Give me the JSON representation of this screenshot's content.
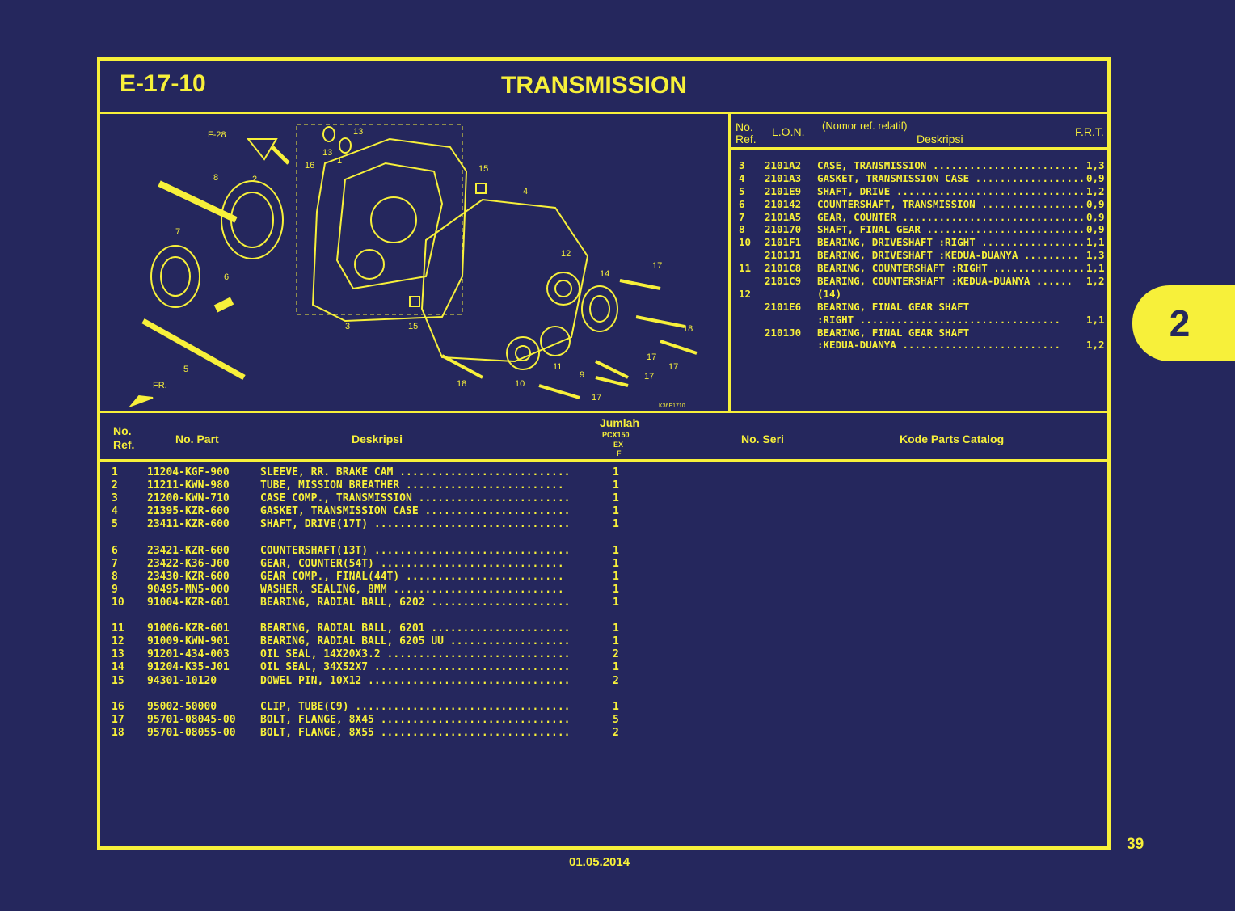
{
  "header": {
    "code": "E-17-10",
    "title": "TRANSMISSION"
  },
  "lon_table": {
    "headers": {
      "no": "No.",
      "ref": "Ref.",
      "lon": "L.O.N.",
      "note": "(Nomor ref. relatif)",
      "desc": "Deskripsi",
      "frt": "F.R.T."
    },
    "rows": [
      {
        "ref": "3",
        "lon": "2101A2",
        "desc": "CASE, TRANSMISSION ........................",
        "frt": "1,3"
      },
      {
        "ref": "4",
        "lon": "2101A3",
        "desc": "GASKET, TRANSMISSION CASE ..................",
        "frt": "0,9"
      },
      {
        "ref": "5",
        "lon": "2101E9",
        "desc": "SHAFT, DRIVE ...............................",
        "frt": "1,2"
      },
      {
        "ref": "6",
        "lon": "210142",
        "desc": "COUNTERSHAFT, TRANSMISSION .................",
        "frt": "0,9"
      },
      {
        "ref": "7",
        "lon": "2101A5",
        "desc": "GEAR, COUNTER ..............................",
        "frt": "0,9"
      },
      {
        "ref": "8",
        "lon": "210170",
        "desc": "SHAFT, FINAL GEAR ..........................",
        "frt": "0,9"
      },
      {
        "ref": "10",
        "lon": "2101F1",
        "desc": "BEARING, DRIVESHAFT :RIGHT .................",
        "frt": "1,1"
      },
      {
        "ref": "",
        "lon": "2101J1",
        "desc": "BEARING, DRIVESHAFT :KEDUA-DUANYA .........",
        "frt": "1,3"
      },
      {
        "ref": "11",
        "lon": "2101C8",
        "desc": "BEARING, COUNTERSHAFT :RIGHT ...............",
        "frt": "1,1"
      },
      {
        "ref": "",
        "lon": "2101C9",
        "desc": "BEARING, COUNTERSHAFT :KEDUA-DUANYA ......",
        "frt": "1,2"
      },
      {
        "ref": "12",
        "lon": "",
        "desc": "(14)",
        "frt": ""
      },
      {
        "ref": "",
        "lon": "2101E6",
        "desc": "BEARING, FINAL GEAR SHAFT",
        "frt": ""
      },
      {
        "ref": "",
        "lon": "",
        "desc": "  :RIGHT .................................",
        "frt": "1,1"
      },
      {
        "ref": "",
        "lon": "2101J0",
        "desc": "BEARING, FINAL GEAR SHAFT",
        "frt": ""
      },
      {
        "ref": "",
        "lon": "",
        "desc": "  :KEDUA-DUANYA ..........................",
        "frt": "1,2"
      }
    ]
  },
  "parts_table": {
    "headers": {
      "no": "No.",
      "ref": "Ref.",
      "part": "No. Part",
      "desc": "Deskripsi",
      "qty": "Jumlah",
      "model": "PCX150",
      "model2": "EX",
      "model3": "F",
      "serial": "No. Seri",
      "catalog": "Kode Parts Catalog"
    },
    "rows": [
      {
        "ref": "1",
        "part": "11204-KGF-900",
        "desc": "SLEEVE, RR. BRAKE CAM ...........................",
        "qty": "1"
      },
      {
        "ref": "2",
        "part": "11211-KWN-980",
        "desc": "TUBE, MISSION BREATHER .........................",
        "qty": "1"
      },
      {
        "ref": "3",
        "part": "21200-KWN-710",
        "desc": "CASE COMP., TRANSMISSION ........................",
        "qty": "1"
      },
      {
        "ref": "4",
        "part": "21395-KZR-600",
        "desc": "GASKET, TRANSMISSION CASE .......................",
        "qty": "1"
      },
      {
        "ref": "5",
        "part": "23411-KZR-600",
        "desc": "SHAFT, DRIVE(17T) ...............................",
        "qty": "1"
      },
      {
        "ref": "",
        "part": "",
        "desc": "",
        "qty": ""
      },
      {
        "ref": "6",
        "part": "23421-KZR-600",
        "desc": "COUNTERSHAFT(13T) ...............................",
        "qty": "1"
      },
      {
        "ref": "7",
        "part": "23422-K36-J00",
        "desc": "GEAR, COUNTER(54T) .............................",
        "qty": "1"
      },
      {
        "ref": "8",
        "part": "23430-KZR-600",
        "desc": "GEAR COMP., FINAL(44T) .........................",
        "qty": "1"
      },
      {
        "ref": "9",
        "part": "90495-MN5-000",
        "desc": "WASHER, SEALING, 8MM ...........................",
        "qty": "1"
      },
      {
        "ref": "10",
        "part": "91004-KZR-601",
        "desc": "BEARING, RADIAL BALL, 6202 ......................",
        "qty": "1"
      },
      {
        "ref": "",
        "part": "",
        "desc": "",
        "qty": ""
      },
      {
        "ref": "11",
        "part": "91006-KZR-601",
        "desc": "BEARING, RADIAL BALL, 6201 ......................",
        "qty": "1"
      },
      {
        "ref": "12",
        "part": "91009-KWN-901",
        "desc": "BEARING, RADIAL BALL, 6205 UU ...................",
        "qty": "1"
      },
      {
        "ref": "13",
        "part": "91201-434-003",
        "desc": "OIL SEAL, 14X20X3.2 .............................",
        "qty": "2"
      },
      {
        "ref": "14",
        "part": "91204-K35-J01",
        "desc": "OIL SEAL, 34X52X7 ...............................",
        "qty": "1"
      },
      {
        "ref": "15",
        "part": "94301-10120",
        "desc": "DOWEL PIN, 10X12 ................................",
        "qty": "2"
      },
      {
        "ref": "",
        "part": "",
        "desc": "",
        "qty": ""
      },
      {
        "ref": "16",
        "part": "95002-50000",
        "desc": "CLIP, TUBE(C9) ..................................",
        "qty": "1"
      },
      {
        "ref": "17",
        "part": "95701-08045-00",
        "desc": "BOLT, FLANGE, 8X45 ..............................",
        "qty": "5"
      },
      {
        "ref": "18",
        "part": "95701-08055-00",
        "desc": "BOLT, FLANGE, 8X55 ..............................",
        "qty": "2"
      }
    ]
  },
  "diagram": {
    "labels": [
      "F-28",
      "13",
      "13",
      "1",
      "16",
      "2",
      "8",
      "15",
      "4",
      "7",
      "6",
      "12",
      "14",
      "17",
      "3",
      "15",
      "18",
      "5",
      "FR.",
      "17",
      "11",
      "9",
      "17",
      "17",
      "18",
      "10",
      "17"
    ],
    "code": "K36E1710"
  },
  "section_tab": "2",
  "page_number": "39",
  "date": "01.05.2014"
}
